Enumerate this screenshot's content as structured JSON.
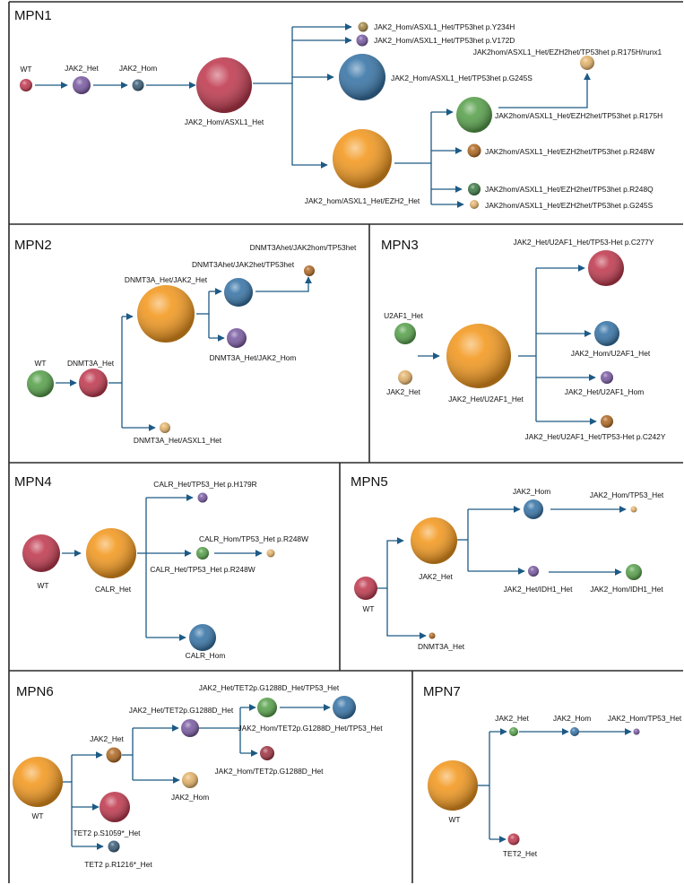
{
  "colors": {
    "red": "#c13d52",
    "purple": "#7b5da3",
    "blue": "#3a76a8",
    "orange": "#f39a22",
    "green": "#5aa24e",
    "brown": "#b06a26",
    "tan": "#e3b36c",
    "teal": "#3b5e78",
    "olive": "#a38748",
    "darkgreen": "#3f7a45",
    "darkred": "#a03745",
    "arrow": "#1d5a85"
  },
  "panels": [
    {
      "title": "MPN1",
      "nodes": [
        {
          "id": "wt",
          "label": "WT",
          "color": "red"
        },
        {
          "id": "j2het",
          "label": "JAK2_Het",
          "color": "purple"
        },
        {
          "id": "j2hom",
          "label": "JAK2_Hom",
          "color": "teal"
        },
        {
          "id": "big",
          "label": "JAK2_Hom/ASXL1_Het",
          "color": "red"
        },
        {
          "id": "y234",
          "label": "JAK2_Hom/ASXL1_Het/TP53het p.Y234H",
          "color": "olive"
        },
        {
          "id": "v172",
          "label": "JAK2_Hom/ASXL1_Het/TP53het p.V172D",
          "color": "purple"
        },
        {
          "id": "g245a",
          "label": "JAK2_Hom/ASXL1_Het/TP53het p.G245S",
          "color": "blue"
        },
        {
          "id": "ezh2",
          "label": "JAK2_hom/ASXL1_Het/EZH2_Het",
          "color": "orange"
        },
        {
          "id": "r175",
          "label": "JAK2hom/ASXL1_Het/EZH2het/TP53het p.R175H",
          "color": "green"
        },
        {
          "id": "runx1",
          "label": "JAK2hom/ASXL1_Het/EZH2het/TP53het p.R175H/runx1",
          "color": "tan"
        },
        {
          "id": "r248w",
          "label": "JAK2hom/ASXL1_Het/EZH2het/TP53het p.R248W",
          "color": "brown"
        },
        {
          "id": "r248q",
          "label": "JAK2hom/ASXL1_Het/EZH2het/TP53het p.R248Q",
          "color": "darkgreen"
        },
        {
          "id": "g245b",
          "label": "JAK2hom/ASXL1_Het/EZH2het/TP53het p.G245S",
          "color": "tan"
        }
      ]
    },
    {
      "title": "MPN2",
      "nodes": [
        {
          "id": "wt",
          "label": "WT",
          "color": "green"
        },
        {
          "id": "d3het",
          "label": "DNMT3A_Het",
          "color": "red"
        },
        {
          "id": "d3j2",
          "label": "DNMT3A_Het/JAK2_Het",
          "color": "orange"
        },
        {
          "id": "d3j2hom",
          "label": "DNMT3A_Het/JAK2_Hom",
          "color": "purple"
        },
        {
          "id": "tp53",
          "label": "DNMT3Ahet/JAK2het/TP53het",
          "color": "blue"
        },
        {
          "id": "j2homtp53",
          "label": "DNMT3Ahet/JAK2hom/TP53het",
          "color": "brown"
        },
        {
          "id": "asxl1",
          "label": "DNMT3A_Het/ASXL1_Het",
          "color": "tan"
        }
      ]
    },
    {
      "title": "MPN3",
      "nodes": [
        {
          "id": "u2",
          "label": "U2AF1_Het",
          "color": "green"
        },
        {
          "id": "j2",
          "label": "JAK2_Het",
          "color": "tan"
        },
        {
          "id": "big",
          "label": "JAK2_Het/U2AF1_Het",
          "color": "orange"
        },
        {
          "id": "c277",
          "label": "JAK2_Het/U2AF1_Het/TP53-Het p.C277Y",
          "color": "red"
        },
        {
          "id": "homu2",
          "label": "JAK2_Hom/U2AF1_Het",
          "color": "blue"
        },
        {
          "id": "u2hom",
          "label": "JAK2_Het/U2AF1_Hom",
          "color": "purple"
        },
        {
          "id": "c242",
          "label": "JAK2_Het/U2AF1_Het/TP53-Het p.C242Y",
          "color": "brown"
        }
      ]
    },
    {
      "title": "MPN4",
      "nodes": [
        {
          "id": "wt",
          "label": "WT",
          "color": "red"
        },
        {
          "id": "calr",
          "label": "CALR_Het",
          "color": "orange"
        },
        {
          "id": "h179",
          "label": "CALR_Het/TP53_Het p.H179R",
          "color": "purple"
        },
        {
          "id": "r248het",
          "label": "CALR_Het/TP53_Het p.R248W",
          "color": "green"
        },
        {
          "id": "r248hom",
          "label": "CALR_Hom/TP53_Het p.R248W",
          "color": "tan"
        },
        {
          "id": "calrhom",
          "label": "CALR_Hom",
          "color": "blue"
        }
      ]
    },
    {
      "title": "MPN5",
      "nodes": [
        {
          "id": "wt",
          "label": "WT",
          "color": "red"
        },
        {
          "id": "j2het",
          "label": "JAK2_Het",
          "color": "orange"
        },
        {
          "id": "j2hom",
          "label": "JAK2_Hom",
          "color": "blue"
        },
        {
          "id": "homtp53",
          "label": "JAK2_Hom/TP53_Het",
          "color": "tan"
        },
        {
          "id": "idh1het",
          "label": "JAK2_Het/IDH1_Het",
          "color": "purple"
        },
        {
          "id": "idh1hom",
          "label": "JAK2_Hom/IDH1_Het",
          "color": "green"
        },
        {
          "id": "dnmt3a",
          "label": "DNMT3A_Het",
          "color": "brown"
        }
      ]
    },
    {
      "title": "MPN6",
      "nodes": [
        {
          "id": "wt",
          "label": "WT",
          "color": "orange"
        },
        {
          "id": "j2het",
          "label": "JAK2_Het",
          "color": "brown"
        },
        {
          "id": "tet2",
          "label": "JAK2_Het/TET2p.G1288D_Het",
          "color": "purple"
        },
        {
          "id": "tp53het",
          "label": "JAK2_Het/TET2p.G1288D_Het/TP53_Het",
          "color": "green"
        },
        {
          "id": "tp53hom",
          "label": "JAK2_Hom/TET2p.G1288D_Het/TP53_Het",
          "color": "blue"
        },
        {
          "id": "homtet2",
          "label": "JAK2_Hom/TET2p.G1288D_Het",
          "color": "darkred"
        },
        {
          "id": "j2hom",
          "label": "JAK2_Hom",
          "color": "tan"
        },
        {
          "id": "s1059",
          "label": "TET2 p.S1059*_Het",
          "color": "red"
        },
        {
          "id": "r1216",
          "label": "TET2 p.R1216*_Het",
          "color": "teal"
        }
      ]
    },
    {
      "title": "MPN7",
      "nodes": [
        {
          "id": "wt",
          "label": "WT",
          "color": "orange"
        },
        {
          "id": "j2het",
          "label": "JAK2_Het",
          "color": "green"
        },
        {
          "id": "j2hom",
          "label": "JAK2_Hom",
          "color": "blue"
        },
        {
          "id": "homtp53",
          "label": "JAK2_Hom/TP53_Het",
          "color": "purple"
        },
        {
          "id": "tet2",
          "label": "TET2_Het",
          "color": "red"
        }
      ]
    }
  ]
}
